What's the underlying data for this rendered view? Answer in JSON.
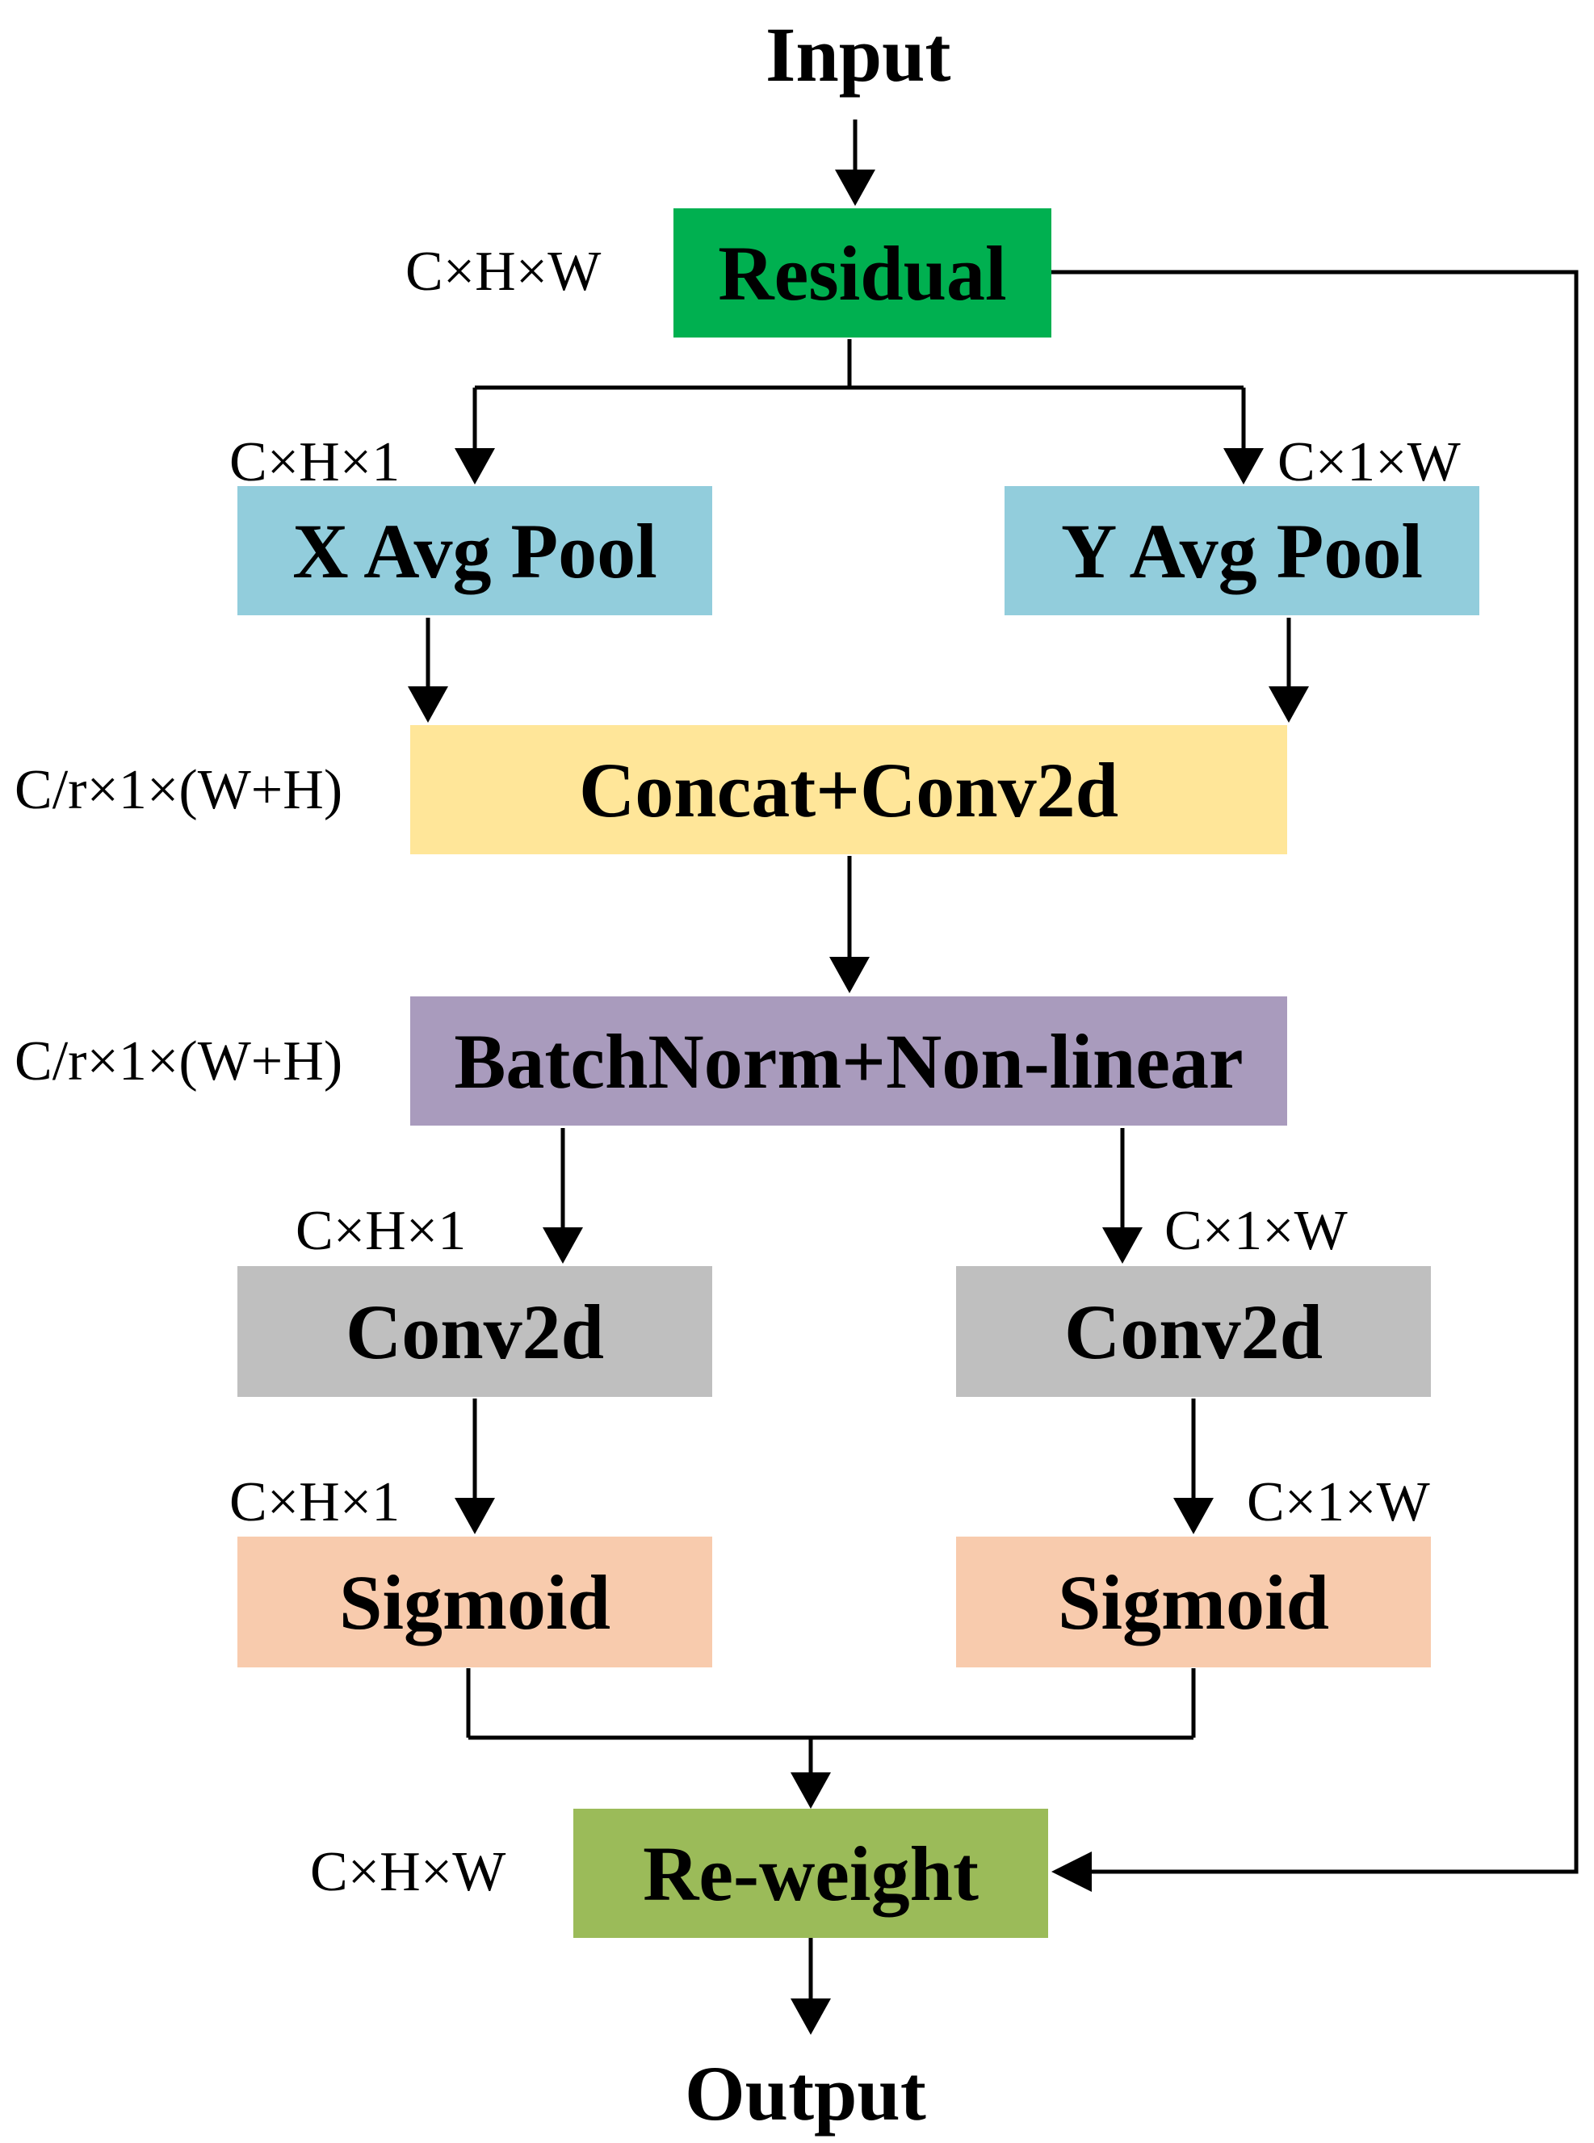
{
  "terminals": {
    "input": "Input",
    "output": "Output"
  },
  "nodes": {
    "residual": {
      "label": "Residual",
      "color": "#00b050"
    },
    "x_avg_pool": {
      "label": "X Avg Pool",
      "color": "#92cddc"
    },
    "y_avg_pool": {
      "label": "Y Avg Pool",
      "color": "#92cddc"
    },
    "concat_conv2d": {
      "label": "Concat+Conv2d",
      "color": "#ffe699"
    },
    "batchnorm": {
      "label": "BatchNorm+Non-linear",
      "color": "#a99bbd"
    },
    "conv2d_left": {
      "label": "Conv2d",
      "color": "#bfbfbf"
    },
    "conv2d_right": {
      "label": "Conv2d",
      "color": "#bfbfbf"
    },
    "sigmoid_left": {
      "label": "Sigmoid",
      "color": "#f8cbad"
    },
    "sigmoid_right": {
      "label": "Sigmoid",
      "color": "#f8cbad"
    },
    "reweight": {
      "label": "Re-weight",
      "color": "#9bbb59"
    }
  },
  "dimensions": {
    "residual": "C×H×W",
    "x_pool": "C×H×1",
    "y_pool": "C×1×W",
    "concat": "C/r×1×(W+H)",
    "batchnorm": "C/r×1×(W+H)",
    "conv_left": "C×H×1",
    "conv_right": "C×1×W",
    "sigmoid_left": "C×H×1",
    "sigmoid_right": "C×1×W",
    "reweight": "C×H×W"
  }
}
